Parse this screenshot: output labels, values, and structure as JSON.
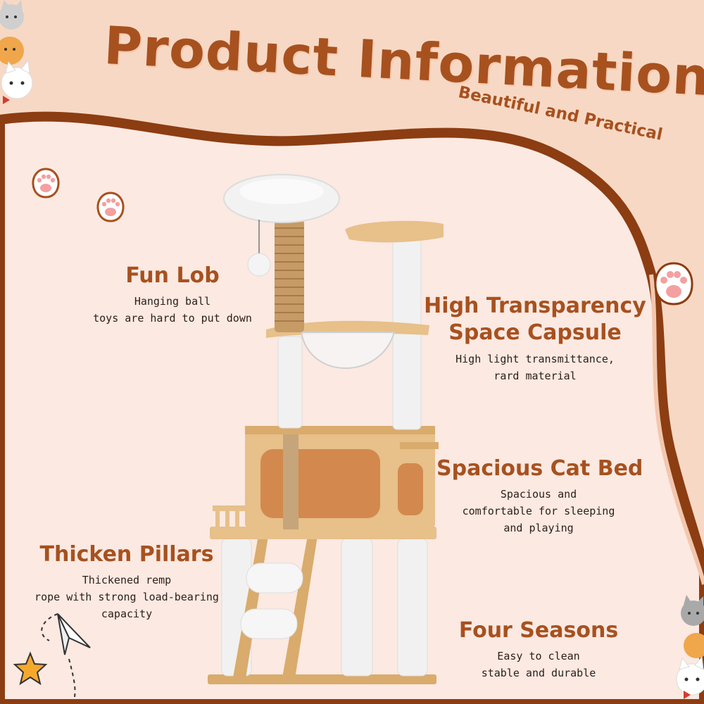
{
  "header": {
    "title": "Product Information",
    "subtitle": "Beautiful and Practical"
  },
  "features": [
    {
      "title": "Fun Lob",
      "desc": [
        "Hanging ball",
        "toys are hard to put down"
      ]
    },
    {
      "title": [
        "High Transparency",
        "Space Capsule"
      ],
      "desc": [
        "High light transmittance,",
        "rard material"
      ]
    },
    {
      "title": "Spacious Cat Bed",
      "desc": [
        "Spacious and",
        "comfortable for sleeping",
        "and playing"
      ]
    },
    {
      "title": "Thicken Pillars",
      "desc": [
        "Thickened remp",
        "rope with strong load-bearing",
        "capacity"
      ]
    },
    {
      "title": "Four Seasons",
      "desc": [
        "Easy to clean",
        "stable and durable"
      ]
    }
  ],
  "colors": {
    "accent": "#a7511f",
    "background": "#f7d8c4",
    "panel": "#fbe9e2",
    "wave": "#8c3d12",
    "wood": "#e7c08a",
    "plush": "#f1f1f1",
    "text": "#2e2019"
  },
  "icons": [
    "cat-paw-icon",
    "cat-face-icon",
    "paper-plane-icon",
    "star-icon"
  ]
}
